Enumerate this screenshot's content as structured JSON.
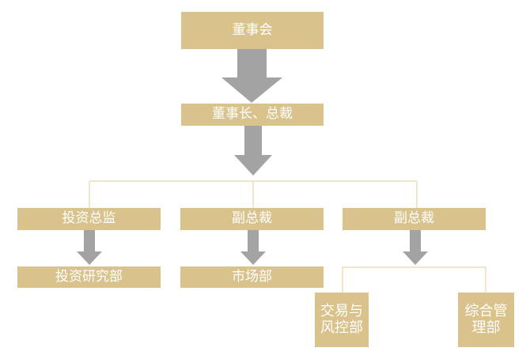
{
  "colors": {
    "box": "#d9c28b",
    "arrow": "#a3a3a3",
    "line": "#e6d7ae",
    "text": "#ffffff"
  },
  "board": "董事会",
  "chairman": "董事长、总裁",
  "level2": [
    {
      "label": "投资总监",
      "child": "投资研究部"
    },
    {
      "label": "副总裁",
      "child": "市场部"
    },
    {
      "label": "副总裁"
    }
  ],
  "level3_vp2": [
    "交易与风控部",
    "综合管理部"
  ],
  "icons": [
    "arrow-down-icon"
  ]
}
